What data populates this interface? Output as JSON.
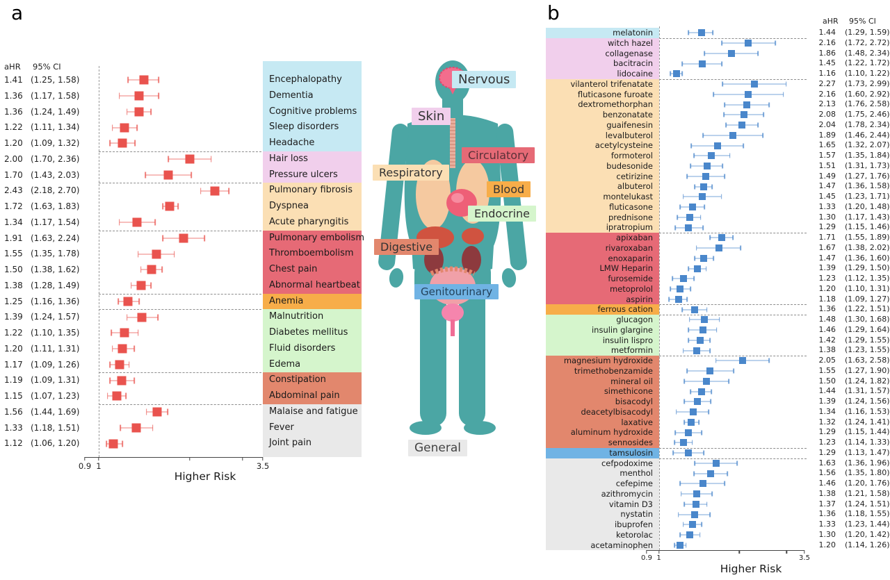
{
  "colors": {
    "systems": {
      "nervous": "#c6e9f3",
      "skin": "#f1cfec",
      "respiratory": "#fbdfb4",
      "circulatory": "#e66a76",
      "blood": "#f7ad49",
      "endocrine": "#d5f5cc",
      "digestive": "#e2876d",
      "genitourinary": "#70b3e4",
      "general": "#e9e9e9"
    },
    "marker_a": "#e9534e",
    "marker_b": "#4a87cb",
    "body_silhouette": "#4ba6a4"
  },
  "chart_data": [
    {
      "type": "scatter",
      "variant": "forest-plot",
      "panel_letter": "a",
      "xlabel": "Higher Risk",
      "xscale": "log",
      "xlim": [
        0.9,
        3.5
      ],
      "ref_line": 1,
      "col_headers": {
        "ahr": "aHR",
        "ci": "95% CI"
      },
      "xticks": [
        {
          "v": 0.9,
          "label": "0.9"
        },
        {
          "v": 1,
          "label": "1"
        },
        {
          "v": 2,
          "label": ""
        },
        {
          "v": 3,
          "label": ""
        },
        {
          "v": 3.5,
          "label": "3.5"
        }
      ],
      "groups": [
        {
          "system": "nervous",
          "rows": [
            {
              "label": "Encephalopathy",
              "ahr": "1.41",
              "ci": "(1.25, 1.58)"
            },
            {
              "label": "Dementia",
              "ahr": "1.36",
              "ci": "(1.17, 1.58)"
            },
            {
              "label": "Cognitive problems",
              "ahr": "1.36",
              "ci": "(1.24, 1.49)"
            },
            {
              "label": "Sleep disorders",
              "ahr": "1.22",
              "ci": "(1.11, 1.34)"
            },
            {
              "label": "Headache",
              "ahr": "1.20",
              "ci": "(1.09, 1.32)"
            }
          ]
        },
        {
          "system": "skin",
          "rows": [
            {
              "label": "Hair loss",
              "ahr": "2.00",
              "ci": "(1.70, 2.36)"
            },
            {
              "label": "Pressure ulcers",
              "ahr": "1.70",
              "ci": "(1.43, 2.03)"
            }
          ]
        },
        {
          "system": "respiratory",
          "rows": [
            {
              "label": "Pulmonary fibrosis",
              "ahr": "2.43",
              "ci": "(2.18, 2.70)"
            },
            {
              "label": "Dyspnea",
              "ahr": "1.72",
              "ci": "(1.63, 1.83)"
            },
            {
              "label": "Acute pharyngitis",
              "ahr": "1.34",
              "ci": "(1.17, 1.54)"
            }
          ]
        },
        {
          "system": "circulatory",
          "rows": [
            {
              "label": "Pulmonary embolism",
              "ahr": "1.91",
              "ci": "(1.63, 2.24)"
            },
            {
              "label": "Thromboembolism",
              "ahr": "1.55",
              "ci": "(1.35, 1.78)"
            },
            {
              "label": "Chest pain",
              "ahr": "1.50",
              "ci": "(1.38, 1.62)"
            },
            {
              "label": "Abnormal heartbeat",
              "ahr": "1.38",
              "ci": "(1.28, 1.49)"
            }
          ]
        },
        {
          "system": "blood",
          "rows": [
            {
              "label": "Anemia",
              "ahr": "1.25",
              "ci": "(1.16, 1.36)"
            }
          ]
        },
        {
          "system": "endocrine",
          "rows": [
            {
              "label": "Malnutrition",
              "ahr": "1.39",
              "ci": "(1.24, 1.57)"
            },
            {
              "label": "Diabetes mellitus",
              "ahr": "1.22",
              "ci": "(1.10, 1.35)"
            },
            {
              "label": "Fluid disorders",
              "ahr": "1.20",
              "ci": "(1.11, 1.31)"
            },
            {
              "label": "Edema",
              "ahr": "1.17",
              "ci": "(1.09, 1.26)"
            }
          ]
        },
        {
          "system": "digestive",
          "rows": [
            {
              "label": "Constipation",
              "ahr": "1.19",
              "ci": "(1.09, 1.31)"
            },
            {
              "label": "Abdominal pain",
              "ahr": "1.15",
              "ci": "(1.07, 1.23)"
            }
          ]
        },
        {
          "system": "general",
          "rows": [
            {
              "label": "Malaise and fatigue",
              "ahr": "1.56",
              "ci": "(1.44, 1.69)"
            },
            {
              "label": "Fever",
              "ahr": "1.33",
              "ci": "(1.18, 1.51)"
            },
            {
              "label": "Joint pain",
              "ahr": "1.12",
              "ci": "(1.06, 1.20)"
            }
          ]
        }
      ]
    },
    {
      "type": "scatter",
      "variant": "forest-plot",
      "panel_letter": "b",
      "xlabel": "Higher Risk",
      "xscale": "log",
      "xlim": [
        0.9,
        3.5
      ],
      "ref_line": 1,
      "col_headers": {
        "ahr": "aHR",
        "ci": "95% CI"
      },
      "xticks": [
        {
          "v": 0.9,
          "label": "0.9"
        },
        {
          "v": 1,
          "label": "1"
        },
        {
          "v": 2,
          "label": ""
        },
        {
          "v": 3,
          "label": ""
        },
        {
          "v": 3.5,
          "label": "3.5"
        }
      ],
      "groups": [
        {
          "system": "nervous",
          "rows": [
            {
              "label": "melatonin",
              "ahr": "1.44",
              "ci": "(1.29, 1.59)"
            }
          ]
        },
        {
          "system": "skin",
          "rows": [
            {
              "label": "witch hazel",
              "ahr": "2.16",
              "ci": "(1.72, 2.72)"
            },
            {
              "label": "collagenase",
              "ahr": "1.86",
              "ci": "(1.48, 2.34)"
            },
            {
              "label": "bacitracin",
              "ahr": "1.45",
              "ci": "(1.22, 1.72)"
            },
            {
              "label": "lidocaine",
              "ahr": "1.16",
              "ci": "(1.10, 1.22)"
            }
          ]
        },
        {
          "system": "respiratory",
          "rows": [
            {
              "label": "vilanterol trifenatate",
              "ahr": "2.27",
              "ci": "(1.73, 2.99)"
            },
            {
              "label": "fluticasone furoate",
              "ahr": "2.16",
              "ci": "(1.60, 2.92)"
            },
            {
              "label": "dextromethorphan",
              "ahr": "2.13",
              "ci": "(1.76, 2.58)"
            },
            {
              "label": "benzonatate",
              "ahr": "2.08",
              "ci": "(1.75, 2.46)"
            },
            {
              "label": "guaifenesin",
              "ahr": "2.04",
              "ci": "(1.78, 2.34)"
            },
            {
              "label": "levalbuterol",
              "ahr": "1.89",
              "ci": "(1.46, 2.44)"
            },
            {
              "label": "acetylcysteine",
              "ahr": "1.65",
              "ci": "(1.32, 2.07)"
            },
            {
              "label": "formoterol",
              "ahr": "1.57",
              "ci": "(1.35, 1.84)"
            },
            {
              "label": "budesonide",
              "ahr": "1.51",
              "ci": "(1.31, 1.73)"
            },
            {
              "label": "cetirizine",
              "ahr": "1.49",
              "ci": "(1.27, 1.76)"
            },
            {
              "label": "albuterol",
              "ahr": "1.47",
              "ci": "(1.36, 1.58)"
            },
            {
              "label": "montelukast",
              "ahr": "1.45",
              "ci": "(1.23, 1.71)"
            },
            {
              "label": "fluticasone",
              "ahr": "1.33",
              "ci": "(1.20, 1.48)"
            },
            {
              "label": "prednisone",
              "ahr": "1.30",
              "ci": "(1.17, 1.43)"
            },
            {
              "label": "ipratropium",
              "ahr": "1.29",
              "ci": "(1.15, 1.46)"
            }
          ]
        },
        {
          "system": "circulatory",
          "rows": [
            {
              "label": "apixaban",
              "ahr": "1.71",
              "ci": "(1.55, 1.89)"
            },
            {
              "label": "rivaroxaban",
              "ahr": "1.67",
              "ci": "(1.38, 2.02)"
            },
            {
              "label": "enoxaparin",
              "ahr": "1.47",
              "ci": "(1.36, 1.60)"
            },
            {
              "label": "LMW Heparin",
              "ahr": "1.39",
              "ci": "(1.29, 1.50)"
            },
            {
              "label": "furosemide",
              "ahr": "1.23",
              "ci": "(1.12, 1.35)"
            },
            {
              "label": "metoprolol",
              "ahr": "1.20",
              "ci": "(1.10, 1.31)"
            },
            {
              "label": "aspirin",
              "ahr": "1.18",
              "ci": "(1.09, 1.27)"
            }
          ]
        },
        {
          "system": "blood",
          "rows": [
            {
              "label": "ferrous cation",
              "ahr": "1.36",
              "ci": "(1.22, 1.51)"
            }
          ]
        },
        {
          "system": "endocrine",
          "rows": [
            {
              "label": "glucagon",
              "ahr": "1.48",
              "ci": "(1.30, 1.68)"
            },
            {
              "label": "insulin glargine",
              "ahr": "1.46",
              "ci": "(1.29, 1.64)"
            },
            {
              "label": "insulin lispro",
              "ahr": "1.42",
              "ci": "(1.29, 1.55)"
            },
            {
              "label": "metformin",
              "ahr": "1.38",
              "ci": "(1.23, 1.55)"
            }
          ]
        },
        {
          "system": "digestive",
          "rows": [
            {
              "label": "magnesium hydroxide",
              "ahr": "2.05",
              "ci": "(1.63, 2.58)"
            },
            {
              "label": "trimethobenzamide",
              "ahr": "1.55",
              "ci": "(1.27, 1.90)"
            },
            {
              "label": "mineral oil",
              "ahr": "1.50",
              "ci": "(1.24, 1.82)"
            },
            {
              "label": "simethicone",
              "ahr": "1.44",
              "ci": "(1.31, 1.57)"
            },
            {
              "label": "bisacodyl",
              "ahr": "1.39",
              "ci": "(1.24, 1.56)"
            },
            {
              "label": "deacetylbisacodyl",
              "ahr": "1.34",
              "ci": "(1.16, 1.53)"
            },
            {
              "label": "laxative",
              "ahr": "1.32",
              "ci": "(1.24, 1.41)"
            },
            {
              "label": "aluminum hydroxide",
              "ahr": "1.29",
              "ci": "(1.15, 1.44)"
            },
            {
              "label": "sennosides",
              "ahr": "1.23",
              "ci": "(1.14, 1.33)"
            }
          ]
        },
        {
          "system": "genitourinary",
          "rows": [
            {
              "label": "tamsulosin",
              "ahr": "1.29",
              "ci": "(1.13, 1.47)"
            }
          ]
        },
        {
          "system": "general",
          "rows": [
            {
              "label": "cefpodoxime",
              "ahr": "1.63",
              "ci": "(1.36, 1.96)"
            },
            {
              "label": "menthol",
              "ahr": "1.56",
              "ci": "(1.35, 1.80)"
            },
            {
              "label": "cefepime",
              "ahr": "1.46",
              "ci": "(1.20, 1.76)"
            },
            {
              "label": "azithromycin",
              "ahr": "1.38",
              "ci": "(1.21, 1.58)"
            },
            {
              "label": "vitamin D3",
              "ahr": "1.37",
              "ci": "(1.24, 1.51)"
            },
            {
              "label": "nystatin",
              "ahr": "1.36",
              "ci": "(1.18, 1.55)"
            },
            {
              "label": "ibuprofen",
              "ahr": "1.33",
              "ci": "(1.23, 1.44)"
            },
            {
              "label": "ketorolac",
              "ahr": "1.30",
              "ci": "(1.20, 1.42)"
            },
            {
              "label": "acetaminophen",
              "ahr": "1.20",
              "ci": "(1.14, 1.26)"
            }
          ]
        }
      ]
    }
  ],
  "body_diagram": {
    "labels": [
      {
        "system": "nervous",
        "text": "Nervous"
      },
      {
        "system": "skin",
        "text": "Skin"
      },
      {
        "system": "circulatory",
        "text": "Circulatory"
      },
      {
        "system": "respiratory",
        "text": "Respiratory"
      },
      {
        "system": "blood",
        "text": "Blood"
      },
      {
        "system": "endocrine",
        "text": "Endocrine"
      },
      {
        "system": "digestive",
        "text": "Digestive"
      },
      {
        "system": "genitourinary",
        "text": "Genitourinary"
      },
      {
        "system": "general",
        "text": "General"
      }
    ]
  }
}
